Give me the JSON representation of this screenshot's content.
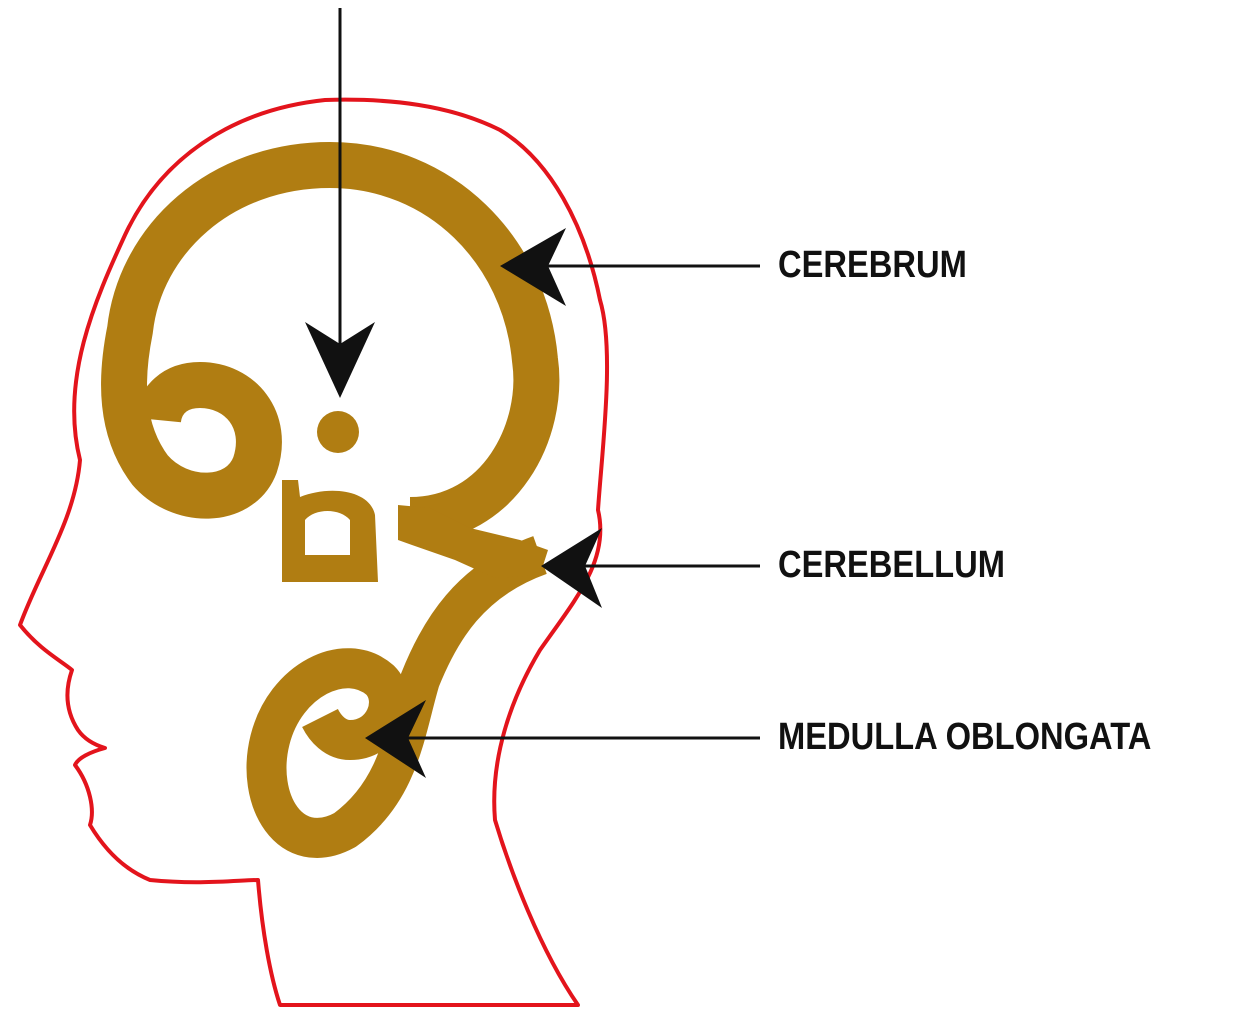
{
  "colors": {
    "outline": "#e3141c",
    "glyph": "#b07d12",
    "arrow": "#111111",
    "background": "#ffffff"
  },
  "labels": {
    "cerebrum": "CEREBRUM",
    "cerebellum": "CEREBELLUM",
    "medulla": "MEDULLA OBLONGATA"
  }
}
